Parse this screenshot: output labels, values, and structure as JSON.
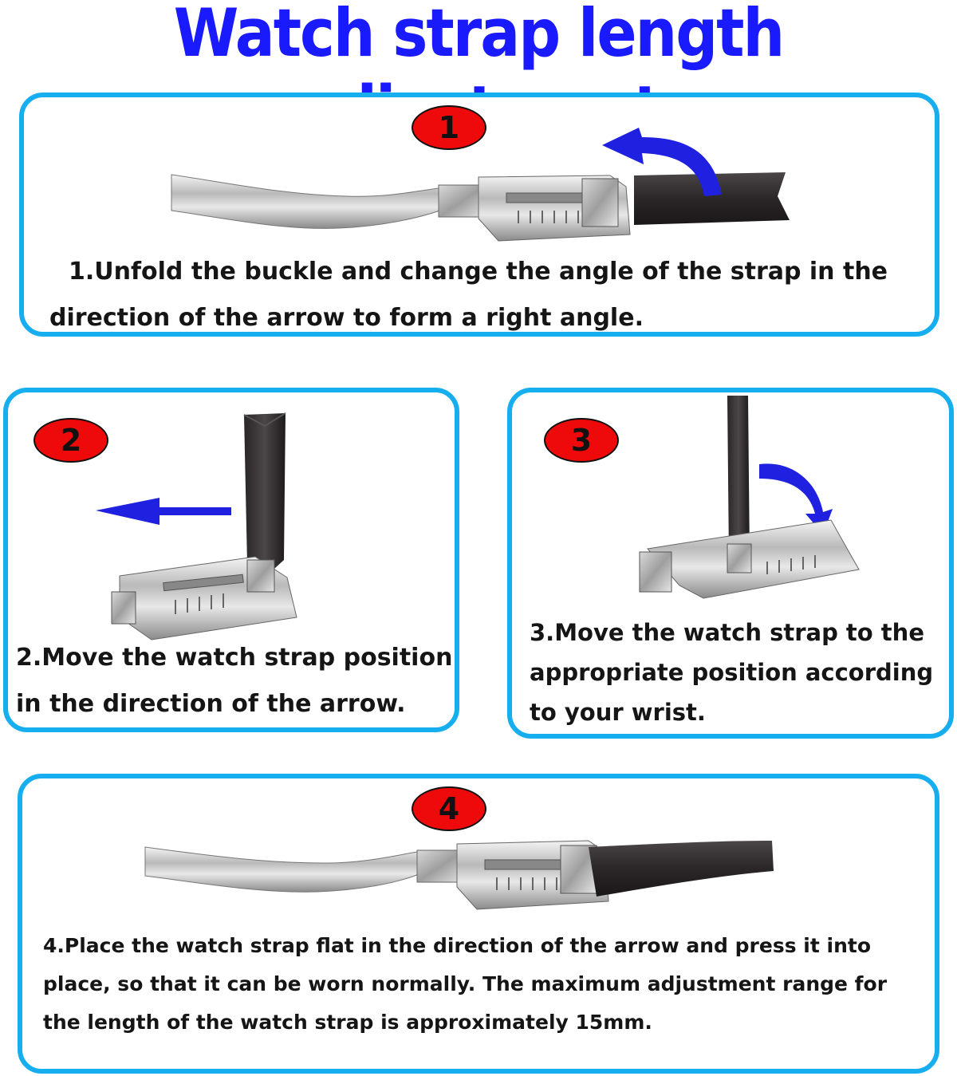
{
  "title": "Watch strap length adjustment",
  "colors": {
    "title": "#1a1aff",
    "panel_border": "#17aef0",
    "badge": "#ee0a0a",
    "arrow": "#2020e0"
  },
  "steps": [
    {
      "number": "1",
      "text": "1.Unfold the buckle and change the angle of the strap in the direction of the arrow to form a right angle."
    },
    {
      "number": "2",
      "text": "2.Move the watch strap position in the direction of the arrow."
    },
    {
      "number": "3",
      "text": "3.Move the watch strap to the appropriate position according to your wrist."
    },
    {
      "number": "4",
      "text": "4.Place the watch strap flat in the direction of the arrow and press it into place, so that it can be worn normally. The maximum adjustment range for the length of the watch strap is approximately 15mm."
    }
  ]
}
